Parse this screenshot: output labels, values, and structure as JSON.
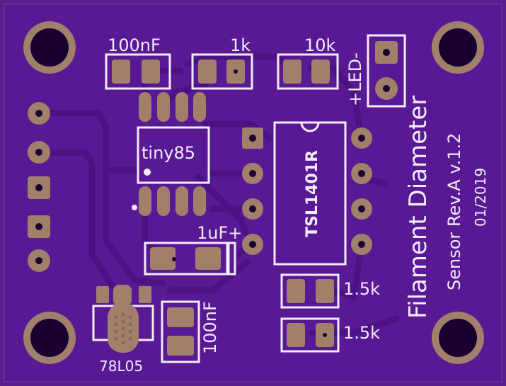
{
  "board": {
    "colors": {
      "edge": "#5b1e8a",
      "substrate": "#5a1994",
      "copper_trace": "#4a0f80",
      "pad": "#a07f6b",
      "silkscreen": "#f0ecf8",
      "hole": "#1a0030"
    },
    "labels": {
      "cap_top": "100nF",
      "res_1k": "1k",
      "res_10k": "10k",
      "led": "+LED-",
      "mcu": "tiny85",
      "sensor_ic": "TSL1401R",
      "cap_1uf": "1uF+",
      "res_15k_a": "1.5k",
      "res_15k_b": "1.5k",
      "cap_bottom": "100nF",
      "regulator": "78L05",
      "title_line1": "Filament Diameter",
      "title_line2": "Sensor Rev.A v.1.2",
      "date": "01/2019"
    }
  }
}
